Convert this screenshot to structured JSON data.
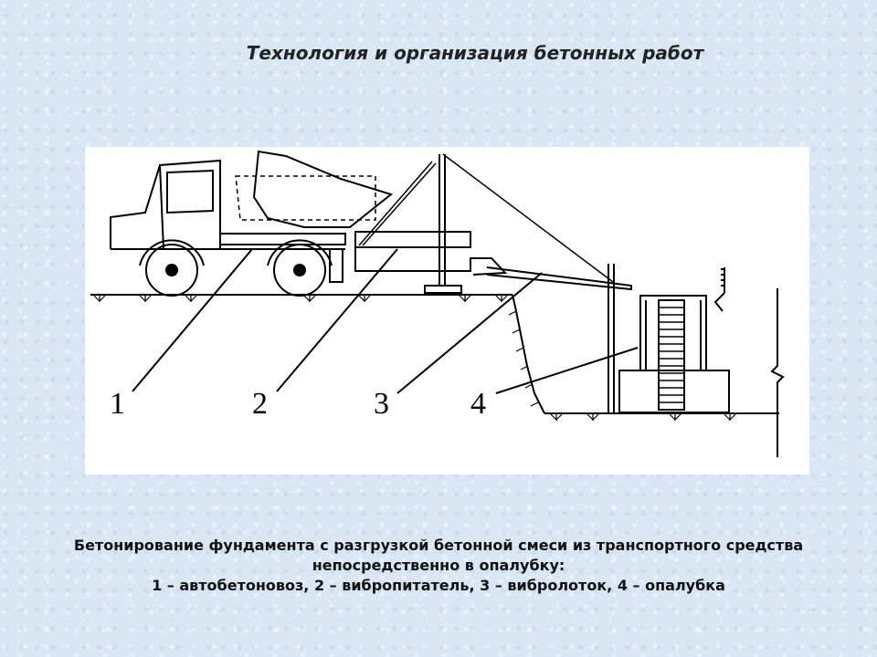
{
  "title": "Технология и организация бетонных работ",
  "figure": {
    "callouts": [
      "1",
      "2",
      "3",
      "4"
    ]
  },
  "caption": {
    "line1": "Бетонирование фундамента с разгрузкой бетонной смеси из транспортного средства",
    "line2": "непосредственно в опалубку:",
    "line3": "1 – автобетоновоз, 2 – вибропитатель, 3 – вибролоток, 4 – опалубка"
  }
}
